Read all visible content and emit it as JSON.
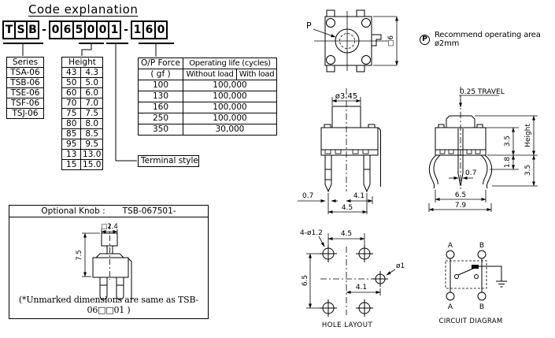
{
  "title": "Code explanation",
  "code": {
    "chars": [
      "T",
      "S",
      "B",
      "-",
      "0",
      "6",
      "5",
      "0",
      "0",
      "1",
      "-",
      "1",
      "6",
      "0"
    ]
  },
  "series_table": {
    "header": "Series",
    "rows": [
      "TSA-06",
      "TSB-06",
      "TSE-06",
      "TSF-06",
      "TSJ-06"
    ]
  },
  "height_table": {
    "header": "Height",
    "rows": [
      [
        "43",
        "4.3"
      ],
      [
        "50",
        "5.0"
      ],
      [
        "60",
        "6.0"
      ],
      [
        "70",
        "7.0"
      ],
      [
        "75",
        "7.5"
      ],
      [
        "80",
        "8.0"
      ],
      [
        "85",
        "8.5"
      ],
      [
        "95",
        "9.5"
      ],
      [
        "13",
        "13.0"
      ],
      [
        "15",
        "15.0"
      ]
    ]
  },
  "force_table": {
    "header_force_1": "O/P Force",
    "header_force_2": "( gf )",
    "header_life": "Operating life (cycles)",
    "header_without": "Without load",
    "header_with": "With load",
    "rows": [
      {
        "force": "100",
        "life": "100,000"
      },
      {
        "force": "130",
        "life": "100,000"
      },
      {
        "force": "160",
        "life": "100,000"
      },
      {
        "force": "250",
        "life": "100,000"
      },
      {
        "force": "350",
        "life": "30,000"
      }
    ]
  },
  "terminal_style": "Terminal style",
  "optional_knob": {
    "label": "Optional Knob :",
    "code": "TSB-067501-",
    "dim_width": "□2.4",
    "dim_height": "7.5",
    "note": "(*Unmarked dimensions are same as TSB-06□□01 )"
  },
  "top_view": {
    "pointer_label": "P",
    "dim_body": "□6"
  },
  "operating_note": {
    "symbol": "P",
    "text": "Recommend operating area ø2mm"
  },
  "front_view": {
    "dim_button": "ø3.45",
    "dim_leg_width": "0.7",
    "dim_inner": "4.1",
    "dim_pitch": "4.5"
  },
  "side_view": {
    "travel": "0.25 TRAVEL",
    "dim_upper": "3.5",
    "dim_height_label": "Height",
    "dim_mid": "1.8",
    "dim_lower": "3.5",
    "dim_plunger": "0.7",
    "dim_span_inner": "6.5",
    "dim_span": "7.9"
  },
  "hole_layout": {
    "dim_holes": "4-ø1.2",
    "dim_top": "4.5",
    "dim_left": "6.5",
    "dim_center_hole": "ø1",
    "dim_inner": "4.1",
    "caption": "HOLE  LAYOUT"
  },
  "circuit": {
    "label_a_top": "A",
    "label_b_top": "B",
    "label_a_bottom": "A",
    "label_b_bottom": "B",
    "caption": "CIRCUIT  DIAGRAM"
  }
}
